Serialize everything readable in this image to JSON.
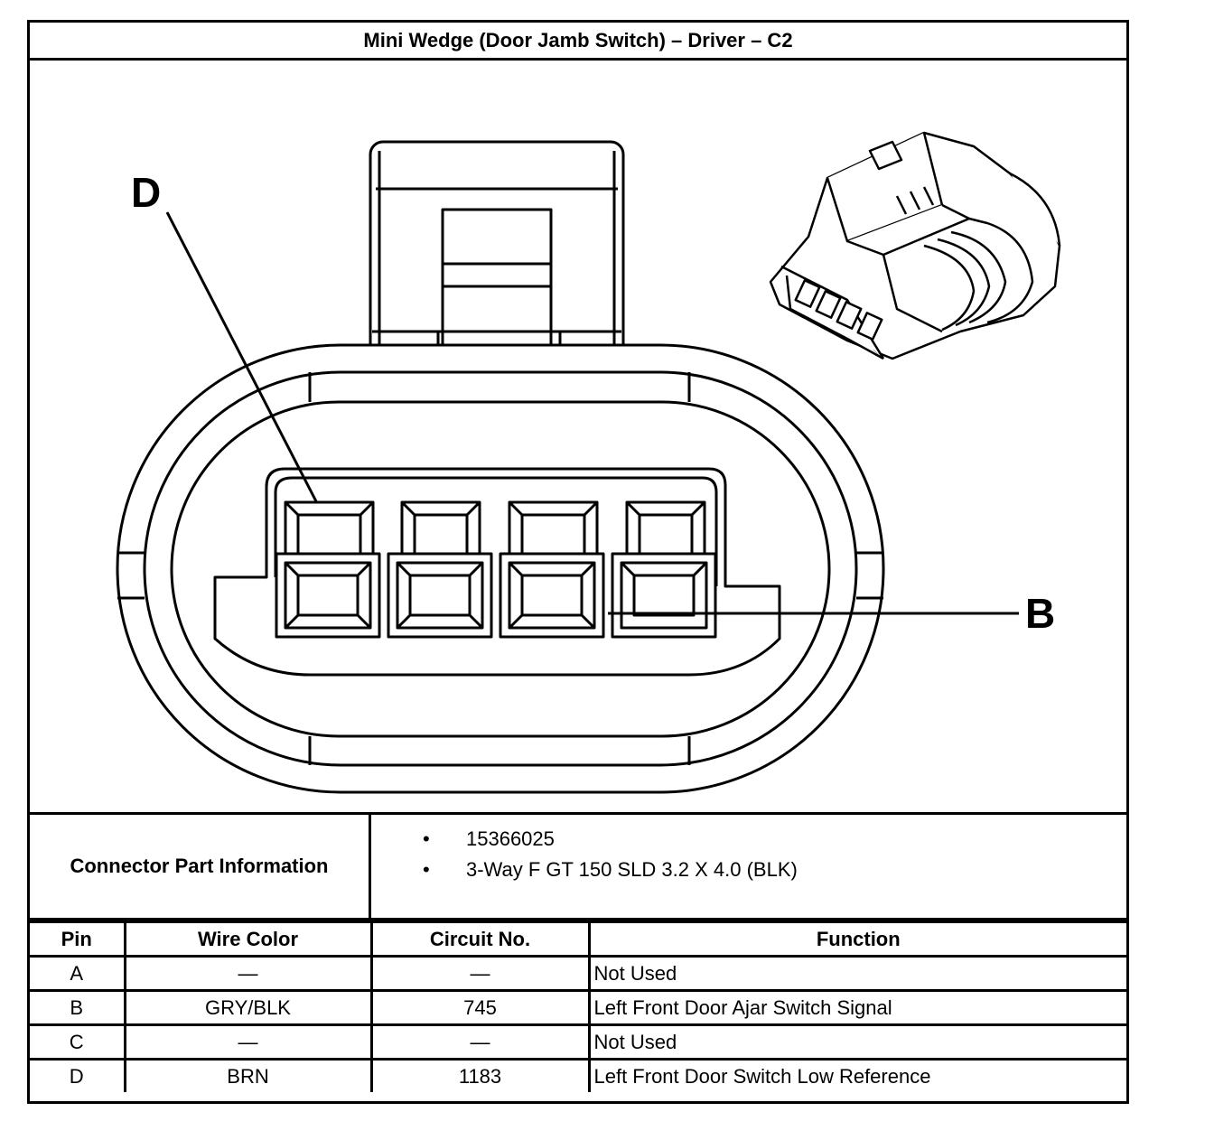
{
  "title": "Mini Wedge (Door Jamb Switch) – Driver – C2",
  "diagram": {
    "callout_d": "D",
    "callout_b": "B"
  },
  "connector_info": {
    "label": "Connector Part Information",
    "items": [
      "15366025",
      "3-Way F GT 150 SLD 3.2 X 4.0 (BLK)"
    ]
  },
  "pin_table": {
    "headers": [
      "Pin",
      "Wire Color",
      "Circuit No.",
      "Function"
    ],
    "rows": [
      [
        "A",
        "—",
        "—",
        "Not Used"
      ],
      [
        "B",
        "GRY/BLK",
        "745",
        "Left Front Door Ajar Switch Signal"
      ],
      [
        "C",
        "—",
        "—",
        "Not Used"
      ],
      [
        "D",
        "BRN",
        "1183",
        "Left Front Door Switch Low Reference"
      ]
    ]
  }
}
